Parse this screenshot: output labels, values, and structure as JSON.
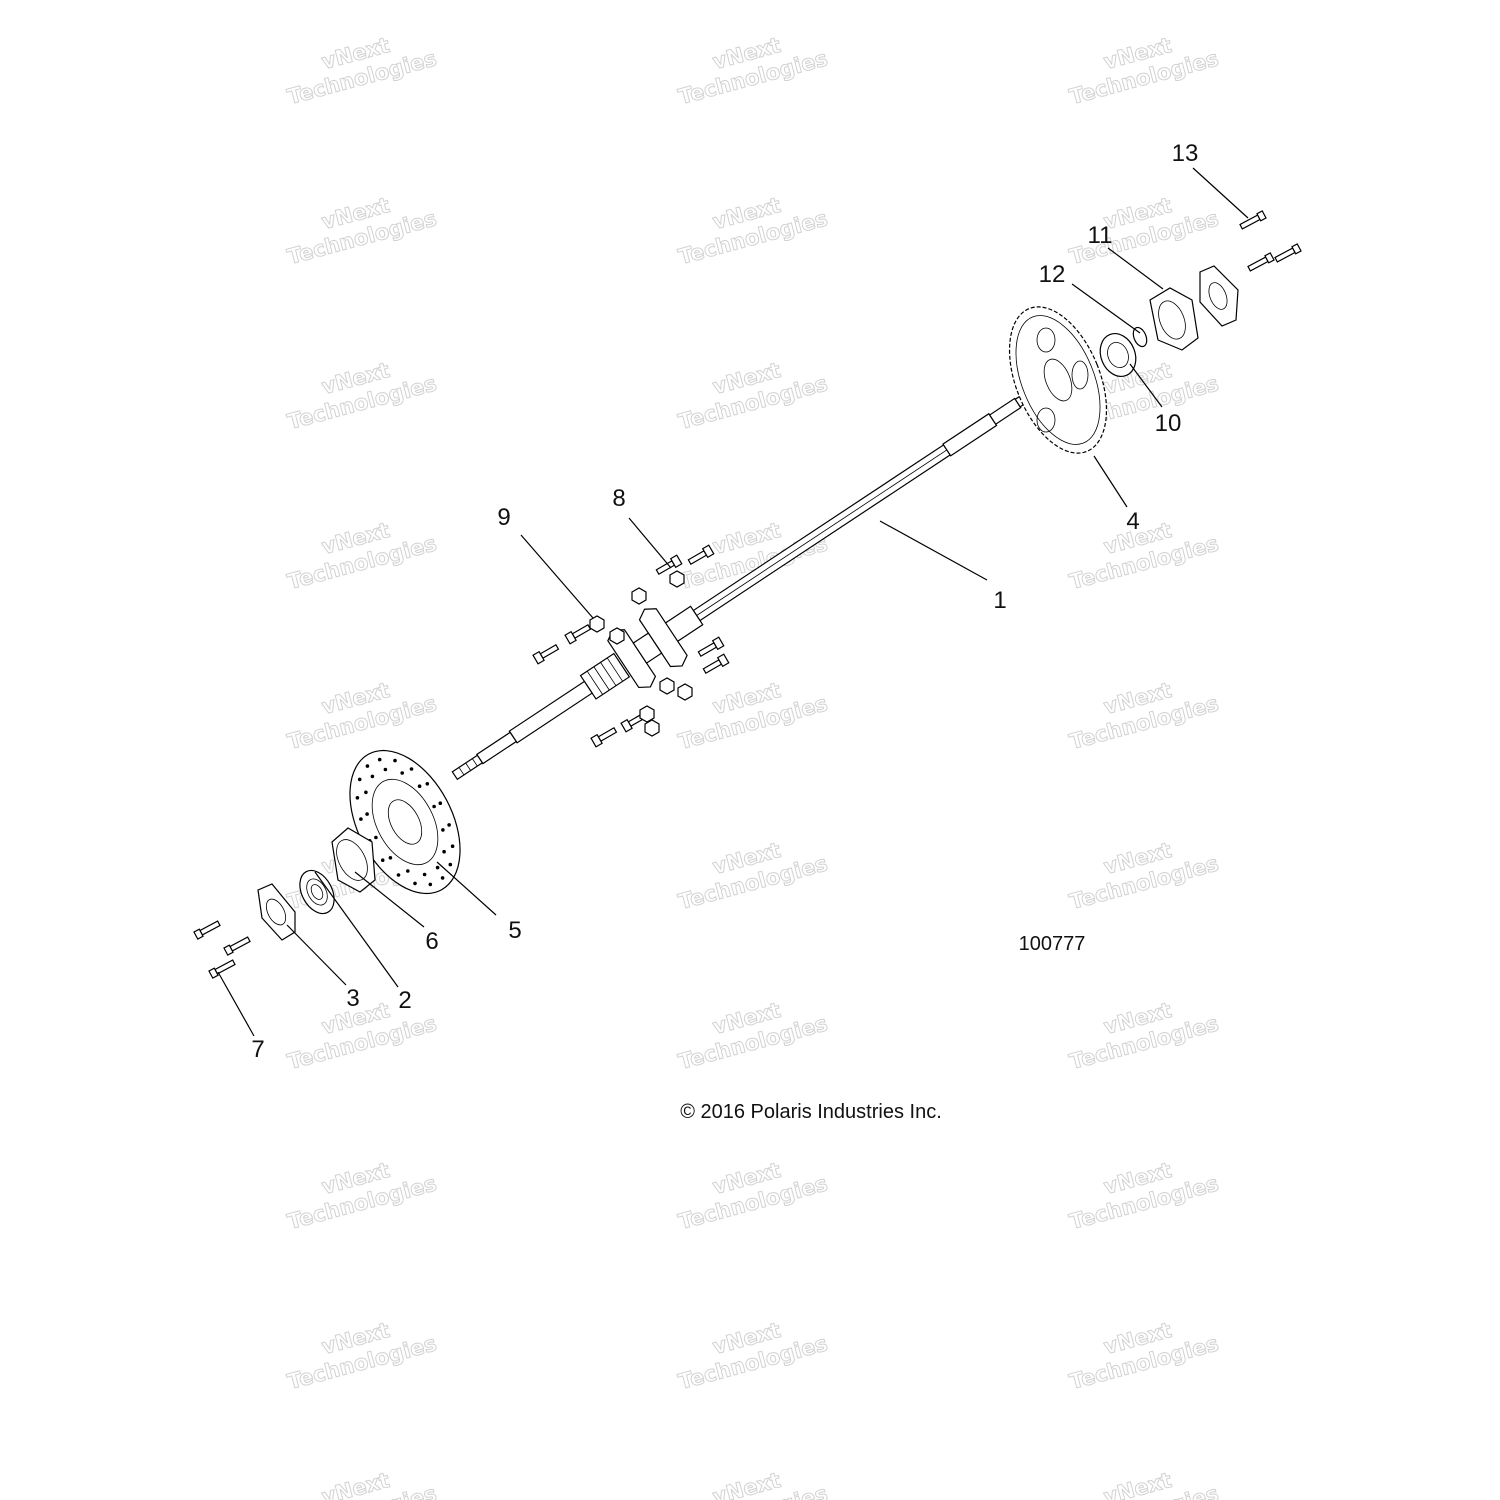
{
  "diagram": {
    "callouts": [
      {
        "id": "1",
        "text": "1"
      },
      {
        "id": "2",
        "text": "2"
      },
      {
        "id": "3",
        "text": "3"
      },
      {
        "id": "4",
        "text": "4"
      },
      {
        "id": "5",
        "text": "5"
      },
      {
        "id": "6",
        "text": "6"
      },
      {
        "id": "7",
        "text": "7"
      },
      {
        "id": "8",
        "text": "8"
      },
      {
        "id": "9",
        "text": "9"
      },
      {
        "id": "10",
        "text": "10"
      },
      {
        "id": "11",
        "text": "11"
      },
      {
        "id": "12",
        "text": "12"
      },
      {
        "id": "13",
        "text": "13"
      }
    ],
    "figure_number": "100777",
    "copyright": "© 2016 Polaris Industries Inc."
  },
  "watermark": {
    "line1": "vNext",
    "line2": "Technologies"
  }
}
